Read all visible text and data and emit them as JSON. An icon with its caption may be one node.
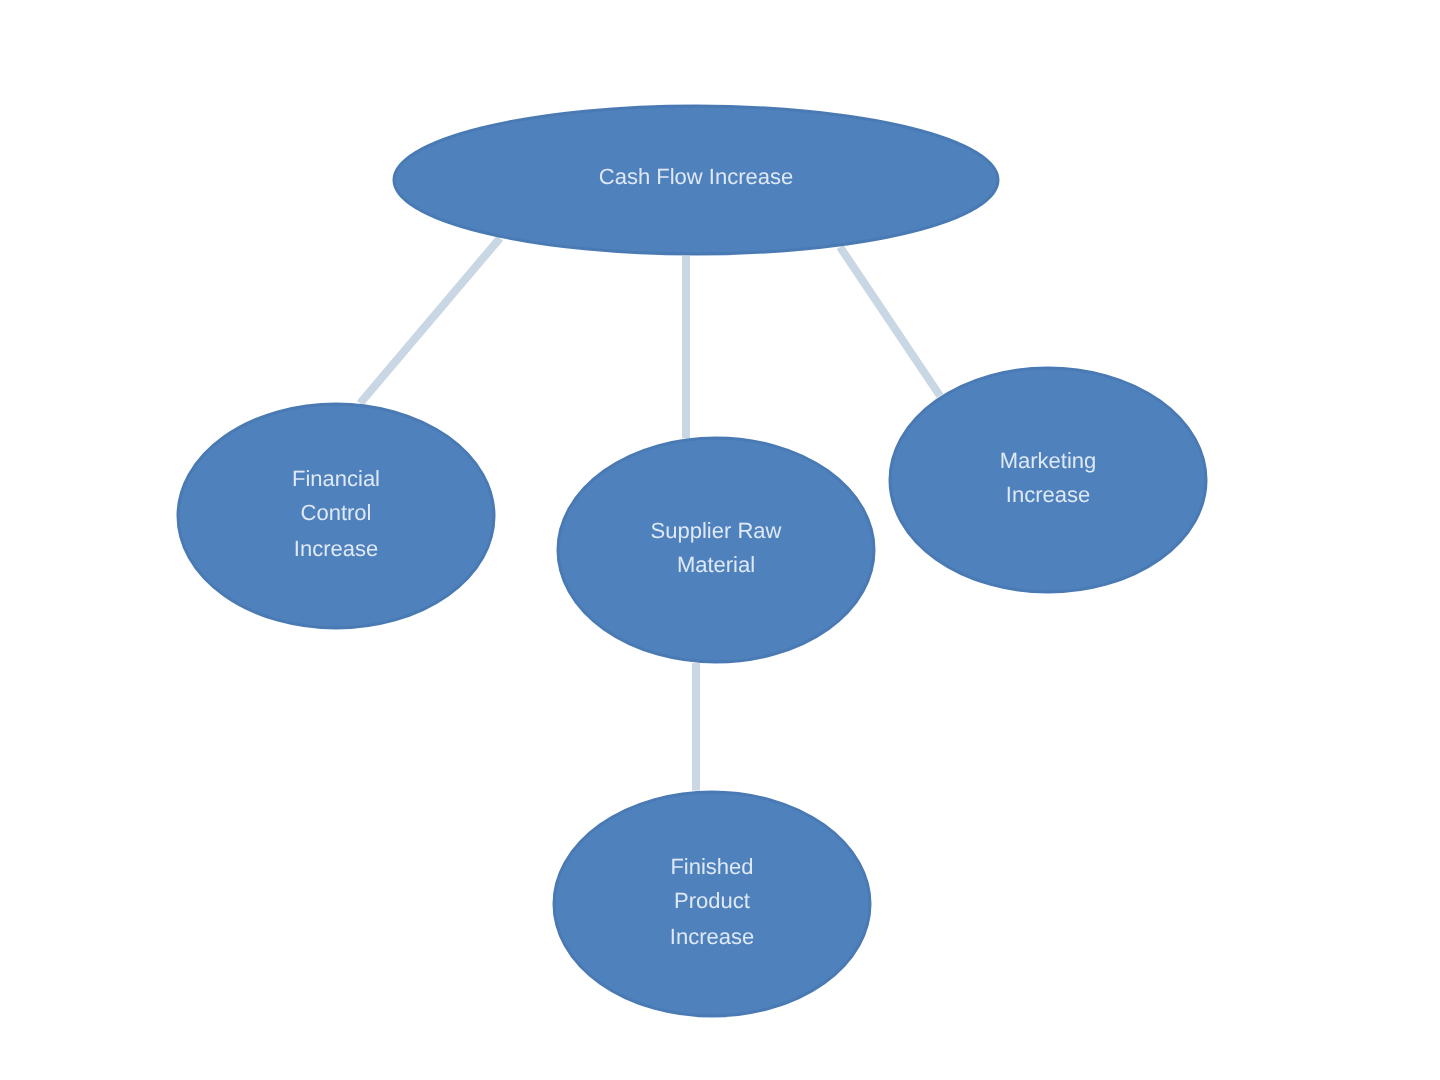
{
  "diagram": {
    "nodes": [
      {
        "text": [
          "Cash Flow Increase"
        ]
      },
      {
        "text": [
          "Financial Control Increase"
        ]
      },
      {
        "text": [
          "Supplier Raw Material"
        ]
      },
      {
        "text": [
          "Marketing Increase"
        ]
      },
      {
        "text": [
          "Finished Product Increase"
        ]
      }
    ],
    "edges": [
      {
        "from": 0,
        "to": 1,
        "arrow": "none"
      },
      {
        "from": 0,
        "to": 2,
        "arrow": "none"
      },
      {
        "from": 0,
        "to": 3,
        "arrow": "none"
      },
      {
        "from": 2,
        "to": 4,
        "arrow": "none"
      }
    ]
  }
}
